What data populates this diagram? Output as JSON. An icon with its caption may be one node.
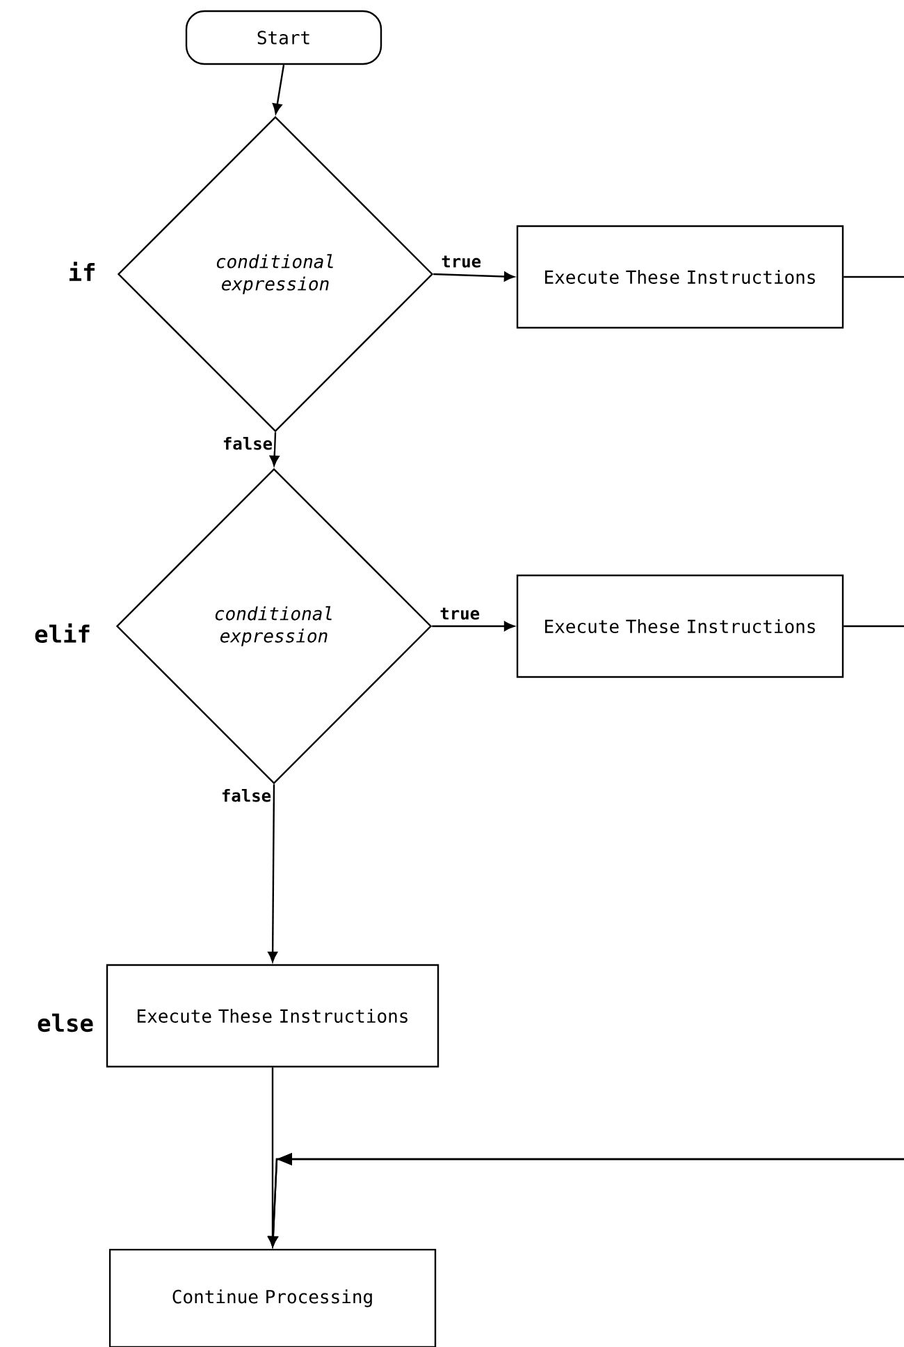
{
  "diagram": {
    "nodes": [
      {
        "text": [
          "Start"
        ]
      },
      {
        "text": [
          "conditional expression"
        ],
        "beside": [
          "if"
        ]
      },
      {
        "text": [
          "Execute These Instructions"
        ]
      },
      {
        "text": [
          "conditional expression"
        ],
        "beside": [
          "elif"
        ]
      },
      {
        "text": [
          "Execute These Instructions"
        ]
      },
      {
        "text": [
          "Execute These Instructions"
        ],
        "beside": [
          "else"
        ]
      },
      {
        "text": [
          "Continue Processing"
        ]
      }
    ],
    "edges": [
      {
        "from": 0,
        "to": 1,
        "arrow": "to"
      },
      {
        "from": 1,
        "to": 2,
        "arrow": "to",
        "label": "true"
      },
      {
        "from": 1,
        "to": 3,
        "arrow": "to",
        "label": "false"
      },
      {
        "from": 3,
        "to": 4,
        "arrow": "to",
        "label": "true"
      },
      {
        "from": 3,
        "to": 5,
        "arrow": "to",
        "label": "false"
      },
      {
        "from": 2,
        "to": 6,
        "arrow": "to"
      },
      {
        "from": 4,
        "to": 6,
        "arrow": "to"
      },
      {
        "from": 5,
        "to": 6,
        "arrow": "to"
      }
    ]
  }
}
